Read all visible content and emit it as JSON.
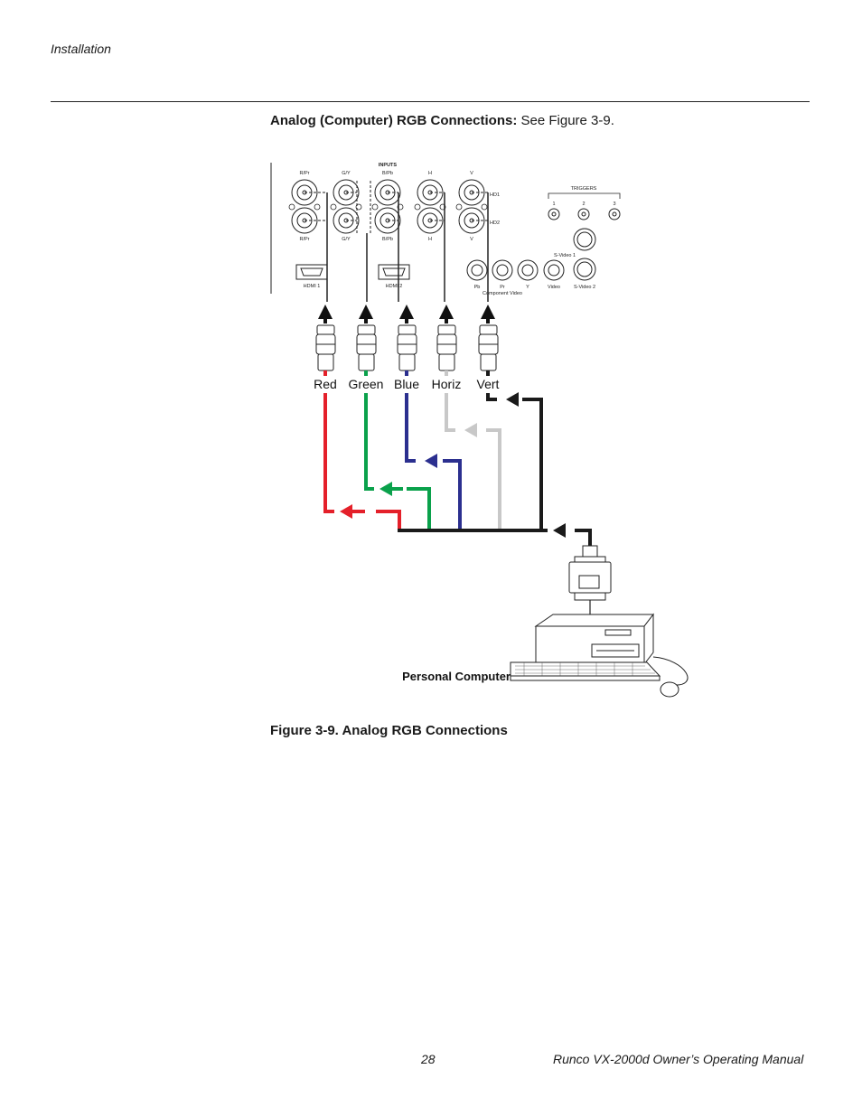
{
  "header": {
    "section": "Installation"
  },
  "heading": {
    "bold": "Analog (Computer) RGB Connections:",
    "rest": " See Figure 3-9."
  },
  "panel": {
    "inputs_title": "INPUTS",
    "top_labels": [
      "R/Pr",
      "G/Y",
      "B/Pb",
      "H",
      "V"
    ],
    "bottom_labels": [
      "R/Pr",
      "G/Y",
      "B/Pb",
      "H",
      "V"
    ],
    "hd1": "HD1",
    "hd2": "HD2",
    "hdmi1": "HDMI 1",
    "hdmi2": "HDMI 2",
    "triggers_title": "TRIGGERS",
    "trigger_numbers": [
      "1",
      "2",
      "3"
    ],
    "svideo1": "S-Video 1",
    "svideo2": "S-Video 2",
    "rca_labels": [
      "Pb",
      "Pr",
      "Y",
      "Video"
    ],
    "component_video": "Component Video"
  },
  "cables": [
    {
      "label": "Red",
      "color": "#e4202a"
    },
    {
      "label": "Green",
      "color": "#0aa14b"
    },
    {
      "label": "Blue",
      "color": "#2b2f8f"
    },
    {
      "label": "Horiz",
      "color": "#c8c8c8"
    },
    {
      "label": "Vert",
      "color": "#1a1a1a"
    }
  ],
  "pc_label": "Personal Computer",
  "caption": "Figure 3-9. Analog RGB Connections",
  "footer": {
    "page": "28",
    "title": "Runco VX-2000d Owner’s Operating Manual"
  }
}
